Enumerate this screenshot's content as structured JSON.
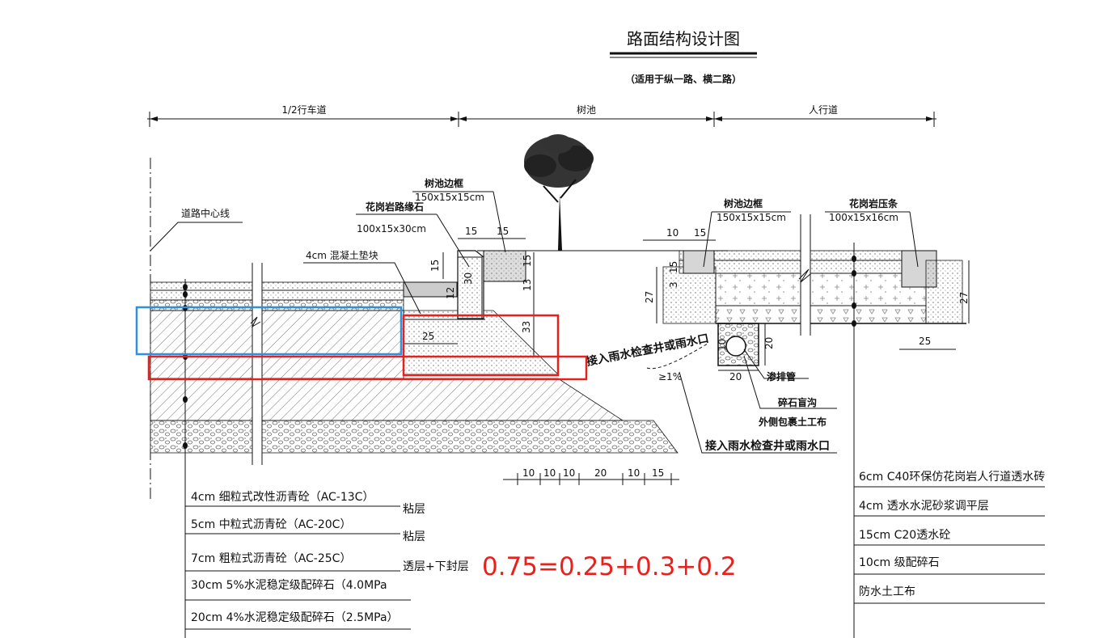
{
  "title": "路面结构设计图",
  "subtitle": "（适用于纵一路、横二路）",
  "sections": {
    "half_carriageway": "1/2行车道",
    "tree_pit": "树池",
    "sidewalk": "人行道"
  },
  "labels": {
    "centerline": "道路中心线",
    "tree_pit_frame_1": "树池边框",
    "tree_pit_frame_1_size": "150x15x15cm",
    "curb": "花岗岩路缘石",
    "curb_size": "100x15x30cm",
    "concrete_pad": "4cm 混凝土垫块",
    "tree_pit_frame_2": "树池边框",
    "tree_pit_frame_2_size": "150x15x15cm",
    "edge_strip": "花岗岩压条",
    "edge_strip_size": "100x15x16cm",
    "connect_1": "接入雨水检查井或雨水口",
    "slope": "≥1%",
    "drain_pipe": "渗排管",
    "gravel_ditch": "碎石盲沟",
    "geotextile": "外侧包裹土工布",
    "connect_2": "接入雨水检查井或雨水口"
  },
  "dimensions": {
    "d15a": "15",
    "d15b": "15",
    "d15c": "15",
    "d15d": "15",
    "d30": "30",
    "d12": "12",
    "d13": "13",
    "d33": "33",
    "d25a": "25",
    "d10a": "10",
    "d15e": "15",
    "d15f": "15",
    "d3": "3",
    "d27a": "27",
    "d10b": "10",
    "d20a": "20",
    "d20b": "20",
    "d27b": "27",
    "d25b": "25",
    "bottom": [
      "10",
      "10",
      "10",
      "20",
      "10",
      "15"
    ]
  },
  "road_layers": [
    "4cm 细粒式改性沥青砼（AC-13C）",
    "5cm 中粒式沥青砼（AC-20C）",
    "7cm 粗粒式沥青砼（AC-25C）",
    "30cm 5%水泥稳定级配碎石（4.0MPa",
    "20cm 4%水泥稳定级配碎石（2.5MPa）"
  ],
  "interlayers": [
    "粘层",
    "粘层",
    "透层+下封层"
  ],
  "sidewalk_layers": [
    "6cm C40环保仿花岗岩人行道透水砖",
    "4cm 透水水泥砂浆调平层",
    "15cm C20透水砼",
    "10cm 级配碎石",
    "防水土工布"
  ],
  "annotation": "0.75=0.25+0.3+0.2",
  "colors": {
    "annotation": "#e8211d",
    "highlight_red": "#e8211d",
    "highlight_blue": "#2f8fe0"
  }
}
